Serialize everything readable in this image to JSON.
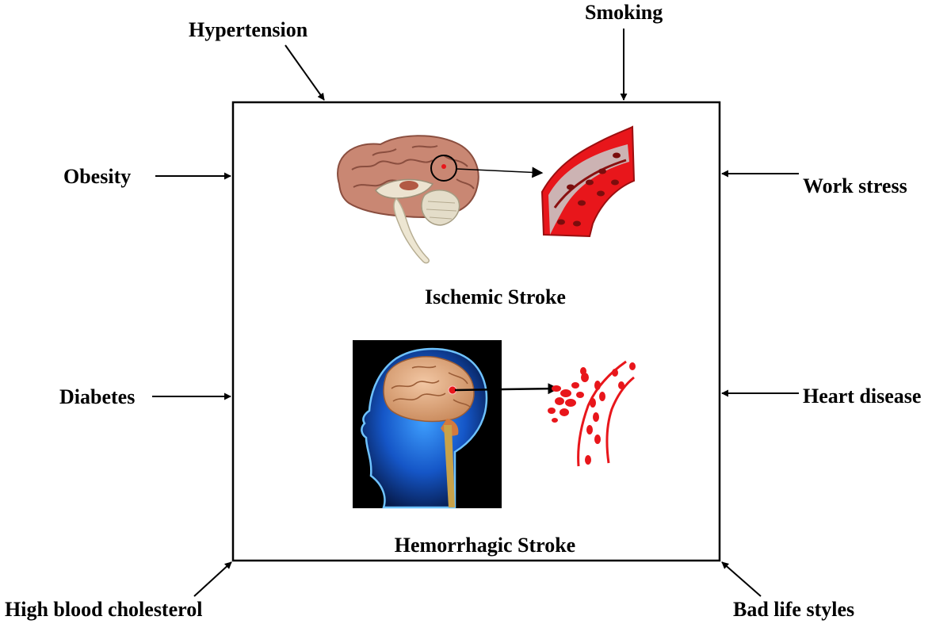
{
  "factors": {
    "hypertension": "Hypertension",
    "smoking": "Smoking",
    "obesity": "Obesity",
    "work_stress": "Work stress",
    "diabetes": "Diabetes",
    "heart_disease": "Heart disease",
    "high_blood_cholesterol": "High blood cholesterol",
    "bad_life_styles": "Bad life styles"
  },
  "stroke_types": {
    "ischemic": "Ischemic Stroke",
    "hemorrhagic": "Hemorrhagic Stroke"
  },
  "colors": {
    "blood_red": "#e8161b",
    "brain_pink": "#c98773",
    "head_blue": "#1f6fd6",
    "panel_black": "#000000"
  },
  "icons": [
    "brain-sagittal-icon",
    "blocked-artery-icon",
    "glowing-head-brain-icon",
    "ruptured-vessel-icon"
  ]
}
